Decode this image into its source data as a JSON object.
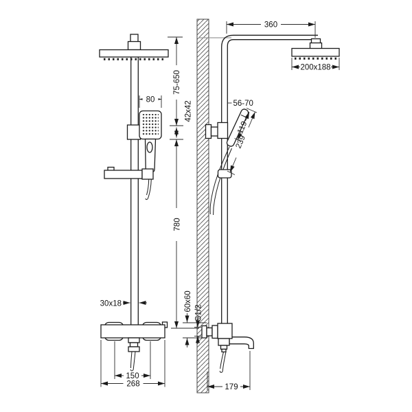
{
  "drawing": {
    "colors": {
      "line": "#1c1c1c",
      "centerline": "#9a9a9a",
      "background": "#ffffff"
    },
    "dimensions": {
      "arm_length": "360",
      "head_size": "200x188",
      "hand_shower_width": "80",
      "upper_height_range": "75-650",
      "wall_bracket_section": "42x42",
      "wall_clearance": "56-70",
      "hand_shower_length": "119",
      "hand_shower_total_length": "239",
      "riser_length": "780",
      "rail_section": "30x18",
      "valve_section": "60x60",
      "connection_thread": "G1/2",
      "handle_spacing": "150",
      "valve_width": "268",
      "spout_depth": "179"
    }
  }
}
